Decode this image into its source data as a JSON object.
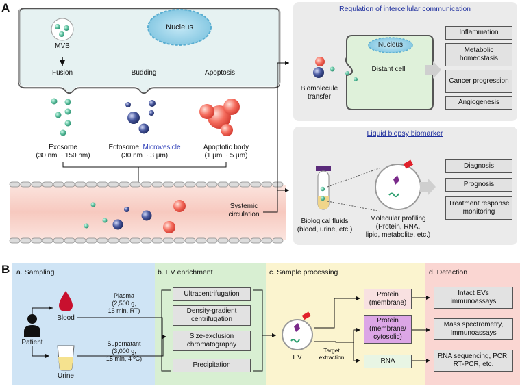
{
  "panel_a": {
    "label": "A",
    "nucleus": "Nucleus",
    "mvb": "MVB",
    "fusion": "Fusion",
    "budding": "Budding",
    "apoptosis": "Apoptosis",
    "exosome_name": "Exosome",
    "exosome_size": "(30 nm ~ 150 nm)",
    "ectosome_name": "Ectosome, ",
    "microvesicle": "Microvesicle",
    "ectosome_size": "(30 nm ~ 3 μm)",
    "apoptotic_name": "Apoptotic body",
    "apoptotic_size": "(1 μm ~ 5 μm)",
    "systemic_1": "Systemic",
    "systemic_2": "circulation",
    "regulation_title": "Regulation of intercellular communication",
    "biomolecule_1": "Biomolecule",
    "biomolecule_2": "transfer",
    "distant_cell": "Distant cell",
    "nucleus2": "Nucleus",
    "outcomes": [
      "Inflammation",
      "Metabolic homeostasis",
      "Cancer progression",
      "Angiogenesis"
    ],
    "liquid_title": "Liquid biopsy biomarker",
    "fluids_1": "Biological fluids",
    "fluids_2": "(blood, urine, etc.)",
    "profiling_1": "Molecular profiling",
    "profiling_2": "(Protein, RNA,",
    "profiling_3": "lipid, metabolite, etc.)",
    "biopsy_outcomes": [
      "Diagnosis",
      "Prognosis",
      "Treatment response monitoring"
    ]
  },
  "panel_b": {
    "label": "B",
    "sampling_title": "a. Sampling",
    "enrichment_title": "b. EV enrichment",
    "processing_title": "c. Sample processing",
    "detection_title": "d. Detection",
    "patient": "Patient",
    "blood": "Blood",
    "urine": "Urine",
    "plasma_1": "Plasma",
    "plasma_2": "(2,500 g,",
    "plasma_3": "15 min, RT)",
    "super_1": "Supernatant",
    "super_2": "(3,000 g,",
    "super_3": "15 min, 4 ºC)",
    "methods": [
      "Ultracentrifugation",
      "Density-gradient centrifugation",
      "Size-exclusion chromatography",
      "Precipitation"
    ],
    "ev": "EV",
    "target_1": "Target",
    "target_2": "extraction",
    "protein_membrane": "Protein (membrane)",
    "protein_cytosolic": "Protein (membrane/ cytosolic)",
    "rna": "RNA",
    "detections": [
      "Intact EVs immunoassays",
      "Mass spectrometry, Immunoassays",
      "RNA sequencing, PCR, RT-PCR, etc."
    ]
  },
  "colors": {
    "cell_fill": "#e6f2f2",
    "nucleus_fill": "#8fcde6",
    "exosome": "#5cbf9e",
    "ectosome": "#3b4a8c",
    "apoptotic": "#f06a5e",
    "microvesicle_text": "#2a3bb8",
    "title_link": "#1f2f9e",
    "sampling_bg": "#cfe4f5",
    "enrichment_bg": "#d8efd2",
    "processing_bg": "#fbf4cf",
    "detection_bg": "#fad6d2",
    "blood": "#c8102e",
    "protein_membrane_bg": "#f8e1e1",
    "protein_cytosolic_bg": "#dca6e6",
    "rna_bg": "#e8f5e4"
  }
}
